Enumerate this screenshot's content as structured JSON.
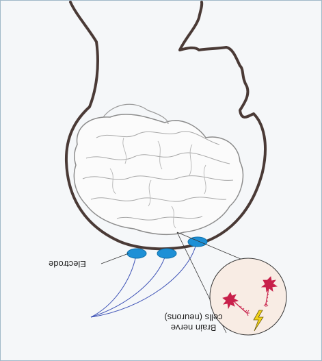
{
  "labels": {
    "electrode": "Electrode",
    "neurons_line1": "Brain nerve",
    "neurons_line2": "cells (neurons)"
  },
  "colors": {
    "head_outline": "#4a3a36",
    "electrode": "#1e90d6",
    "wire": "#3a4fb5",
    "leader": "#333333",
    "inset_fill": "#f8ece4",
    "neuron": "#c8204a",
    "spark": "#f2d21a",
    "brain_stroke": "#9a9a9a",
    "frame_border": "#9fb8c8"
  },
  "icons": [
    "neuron-icon",
    "lightning-bolt-icon",
    "electrode-pad-icon"
  ]
}
